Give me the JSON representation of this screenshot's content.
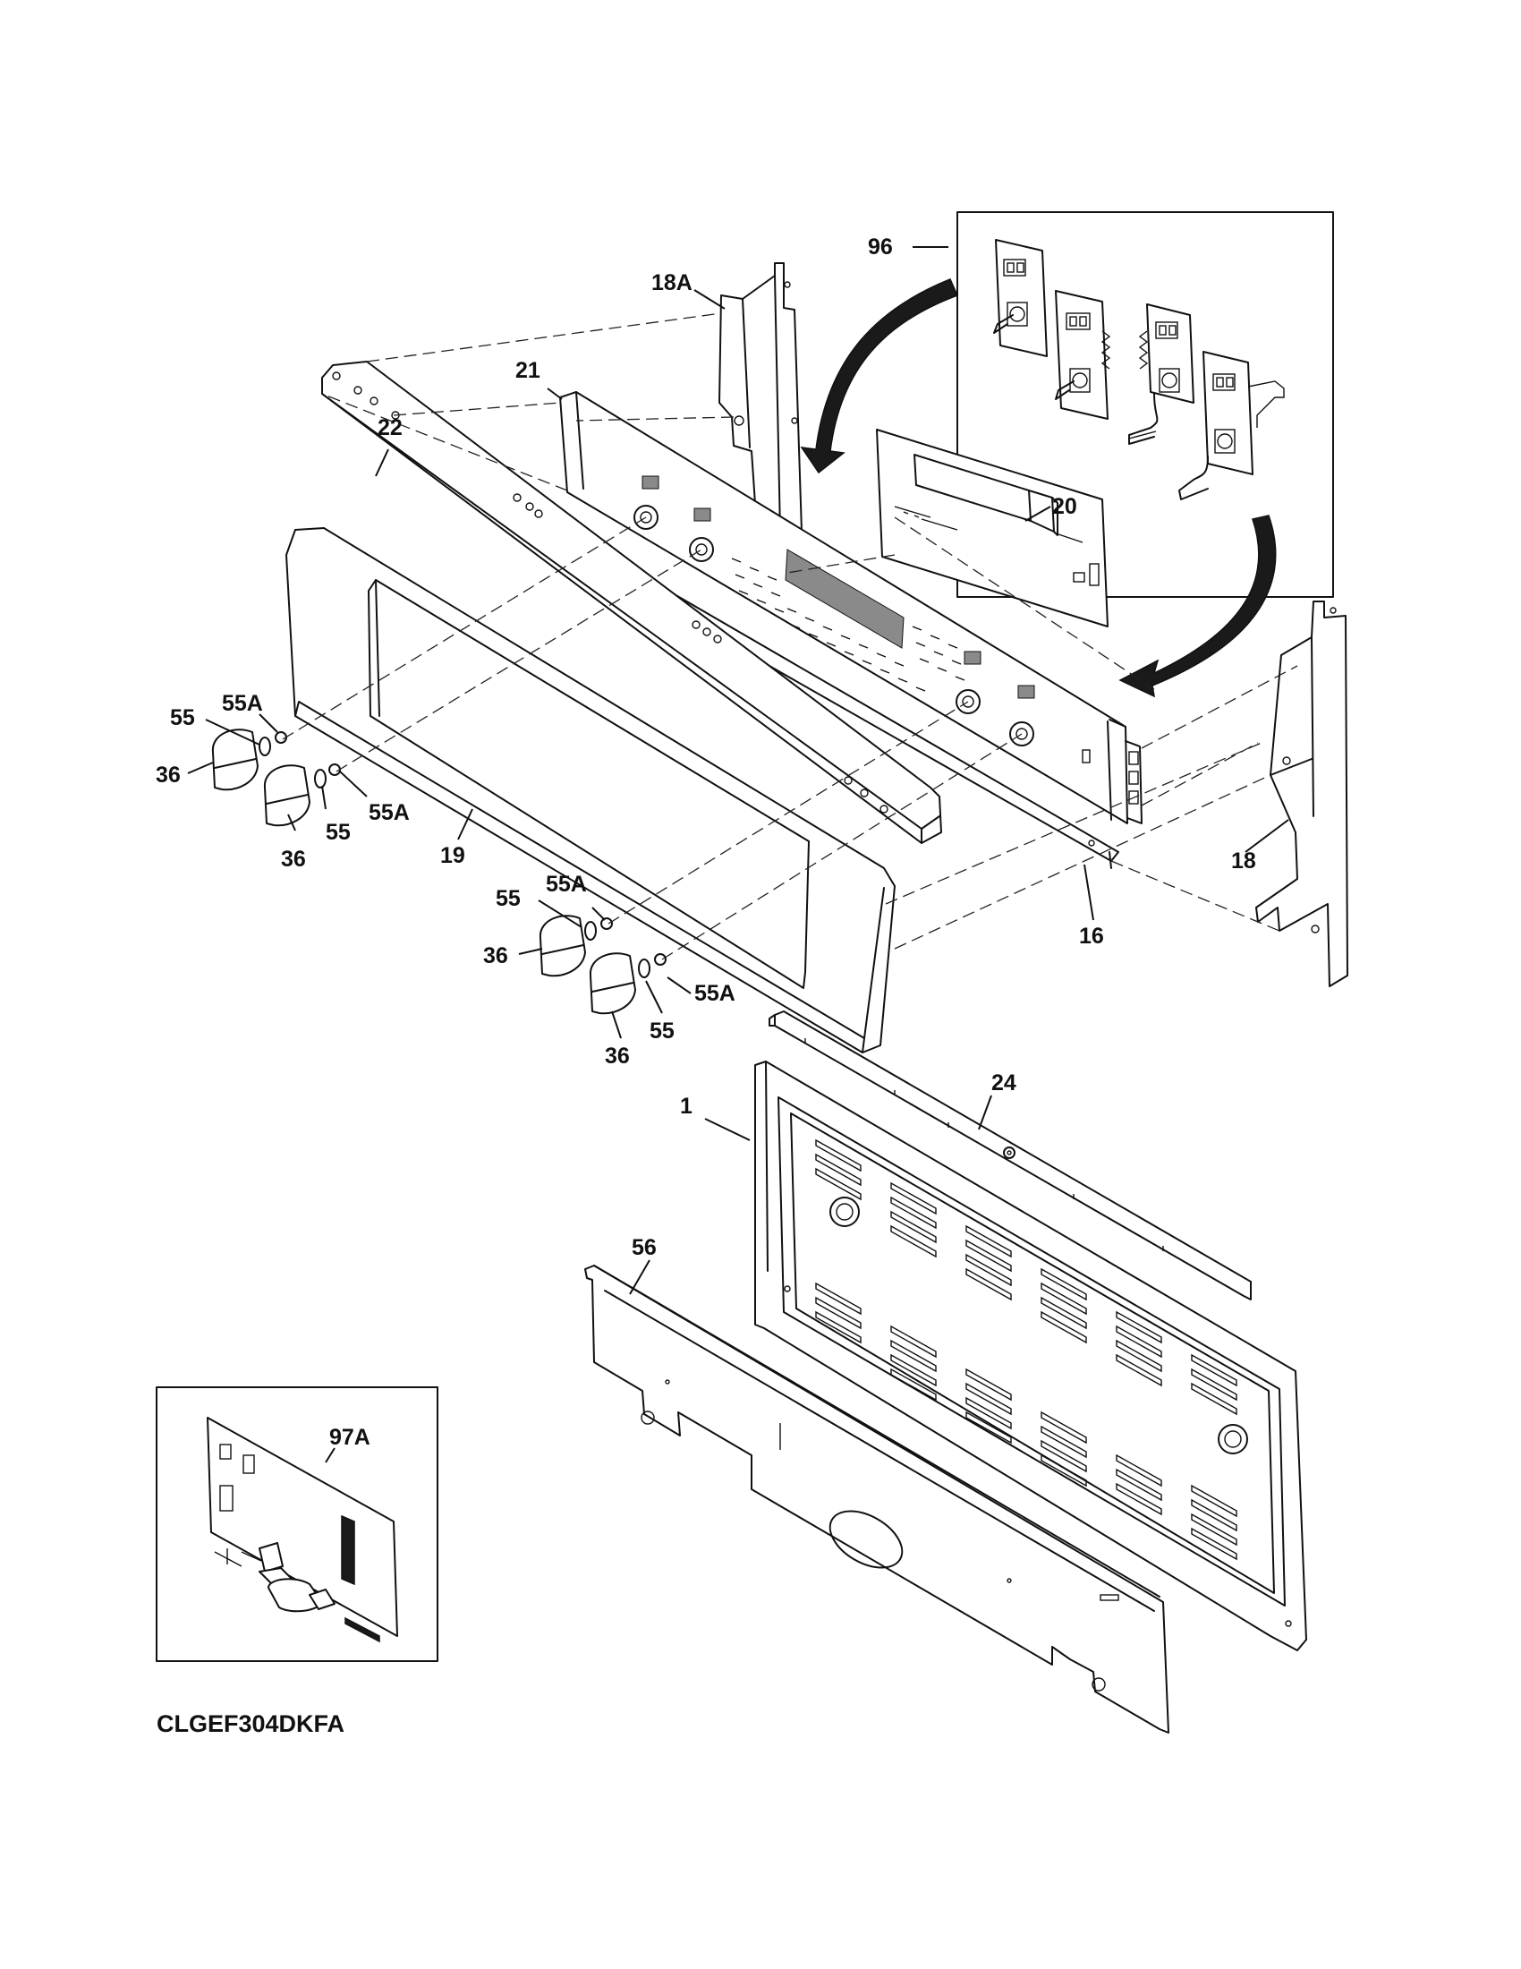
{
  "callouts": {
    "c96": "96",
    "c18A": "18A",
    "c21": "21",
    "c22": "22",
    "c20": "20",
    "c55A_1": "55A",
    "c55_1": "55",
    "c36_1": "36",
    "c55A_2": "55A",
    "c55_2": "55",
    "c36_2": "36",
    "c19": "19",
    "c18": "18",
    "c55A_3": "55A",
    "c55_3": "55",
    "c36_3": "36",
    "c16": "16",
    "c55A_4": "55A",
    "c55_4": "55",
    "c36_4": "36",
    "c24": "24",
    "c1": "1",
    "c56": "56",
    "c97A": "97A"
  },
  "model_number": "CLGEF304DKFA",
  "colors": {
    "line": "#111111",
    "background": "#ffffff",
    "arrow_fill": "#1a1a1a"
  }
}
